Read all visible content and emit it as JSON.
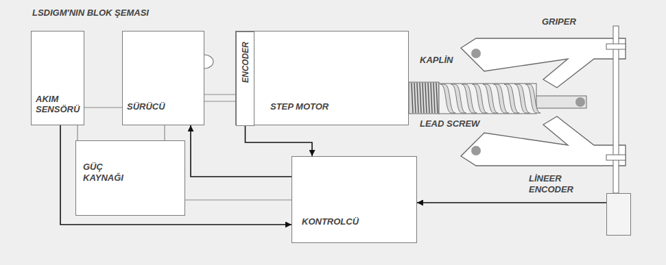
{
  "diagram": {
    "title": "LSDIGM'NIN BLOK ŞEMASI",
    "nodes": [
      {
        "text": [
          "AKIM SENSÖRÜ"
        ]
      },
      {
        "text": [
          "SÜRÜCÜ"
        ]
      },
      {
        "text": [
          "STEP MOTOR"
        ]
      },
      {
        "text": [
          "ENCODER"
        ],
        "in": 2
      },
      {
        "text": [
          "GÜÇ KAYNAĞI"
        ]
      },
      {
        "text": [
          "KONTROLCÜ"
        ]
      },
      {
        "text": [
          "LİNEER ENCODER"
        ]
      }
    ],
    "edges": [
      {
        "from": 0,
        "to": 1,
        "arrow": "none"
      },
      {
        "from": 0,
        "to": 4,
        "arrow": "none"
      },
      {
        "from": 1,
        "to": 4,
        "arrow": "none"
      },
      {
        "from": 1,
        "to": 3,
        "arrow": "none"
      },
      {
        "from": 3,
        "to": 5,
        "arrow": "to"
      },
      {
        "from": 5,
        "to": 1,
        "arrow": "to"
      },
      {
        "from": 4,
        "to": 5,
        "arrow": "none"
      },
      {
        "from": 0,
        "to": 5,
        "arrow": "to"
      },
      {
        "from": 6,
        "to": 5,
        "arrow": "to"
      }
    ],
    "labels": [
      "KAPLİN",
      "LEAD SCREW",
      "GRIPER"
    ]
  }
}
